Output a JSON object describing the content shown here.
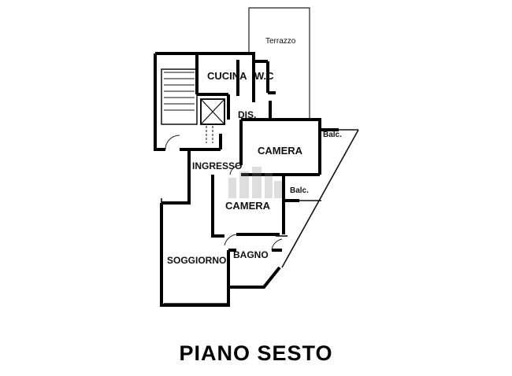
{
  "floor_title": "PIANO SESTO",
  "rooms": {
    "terrazzo": "Terrazzo",
    "cucina": "CUCINA",
    "wc": "W.C",
    "dis": "DIS.",
    "camera_1": "CAMERA",
    "balc_1": "Balc.",
    "ingresso": "INGRESSO",
    "camera_2": "CAMERA",
    "balc_2": "Balc.",
    "soggiorno": "SOGGIORNO",
    "bagno": "BAGNO"
  }
}
